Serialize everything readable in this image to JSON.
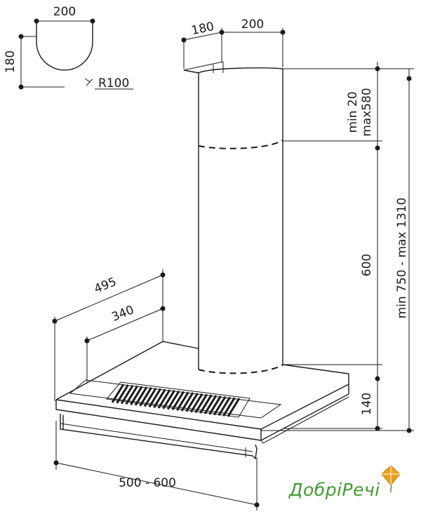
{
  "dimensions": {
    "profile_width": "200",
    "profile_height": "180",
    "profile_radius": "R100",
    "chimney_depth": "180",
    "chimney_width": "200",
    "upper_section": "min 20\nmax580",
    "chimney_600": "600",
    "total_height": "min 750 - max 1310",
    "hood_height": "140",
    "hood_depth": "495",
    "hood_depth_inner": "340",
    "hood_width": "500 - 600"
  },
  "logo": {
    "text": "ДобріРечі",
    "colors": {
      "text": "#3f9a2e",
      "kite": "#e8a21b"
    }
  }
}
